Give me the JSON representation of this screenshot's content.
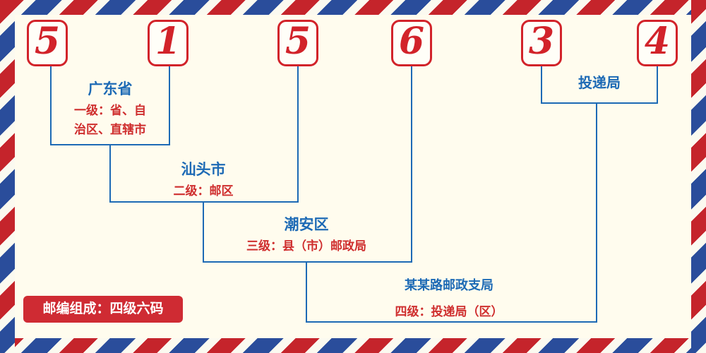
{
  "digits": [
    "5",
    "1",
    "5",
    "6",
    "3",
    "4"
  ],
  "levels": [
    {
      "name": "广东省",
      "desc_line1": "一级：省、自",
      "desc_line2": "治区、直辖市"
    },
    {
      "name": "汕头市",
      "desc": "二级：邮区"
    },
    {
      "name": "潮安区",
      "desc": "三级：县（市）邮政局"
    },
    {
      "name": "某某路邮政支局",
      "desc": "四级：投递局（区）"
    },
    {
      "name": "投递局"
    }
  ],
  "footer": {
    "composition": "邮编组成：四级六码"
  },
  "colors": {
    "digit_red": "#d2232a",
    "text_red": "#cf2e2e",
    "line_blue": "#1d6ab5",
    "stripe_red": "#c5242b",
    "stripe_blue": "#2a4d9b",
    "badge_red": "#cf2b33",
    "background": "#fffcee"
  }
}
